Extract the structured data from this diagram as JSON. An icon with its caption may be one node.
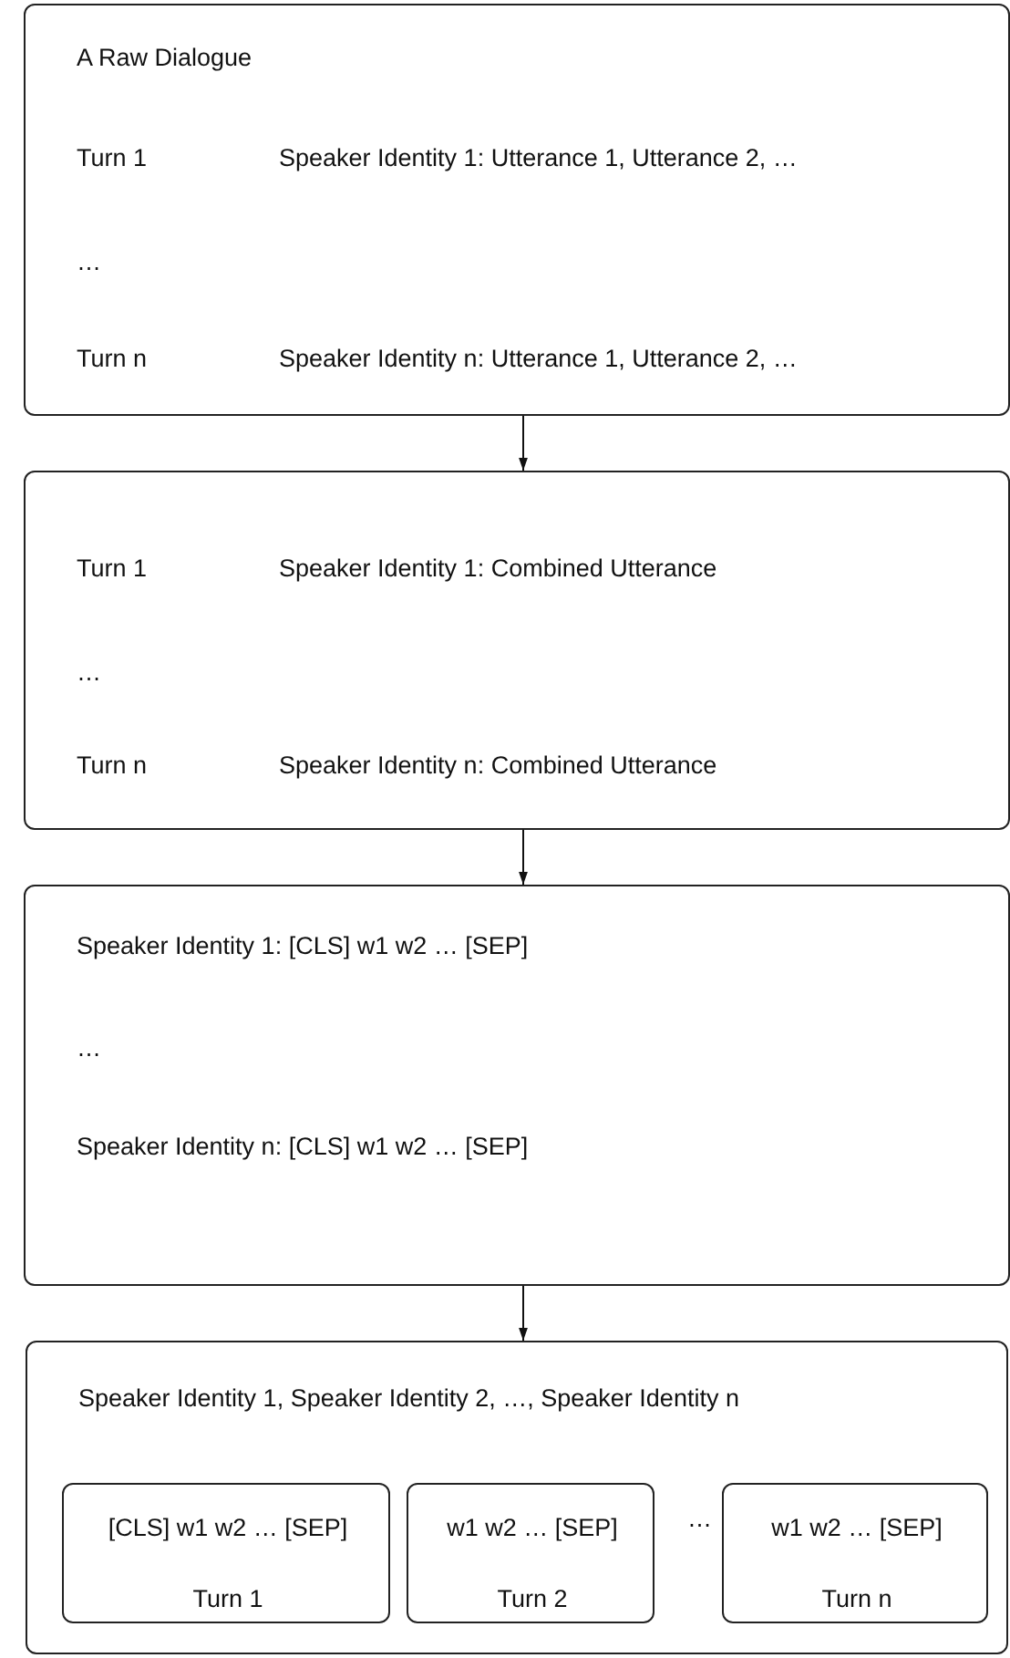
{
  "diagram": {
    "nodes": [
      {
        "text": [
          "A Raw Dialogue",
          "Turn 1",
          "Speaker Identity 1: Utterance 1, Utterance 2, …",
          "…",
          "Turn n",
          "Speaker Identity n: Utterance 1, Utterance 2, …"
        ]
      },
      {
        "text": [
          "Turn 1",
          "Speaker Identity 1: Combined Utterance",
          "…",
          "Turn n",
          "Speaker Identity n: Combined Utterance"
        ]
      },
      {
        "text": [
          "Speaker Identity 1: [CLS] w1 w2 … [SEP]",
          "…",
          "Speaker Identity n: [CLS] w1 w2 … [SEP]"
        ]
      },
      {
        "text": [
          "Speaker Identity 1, Speaker Identity 2, …, Speaker Identity n",
          "…"
        ]
      },
      {
        "text": [
          "[CLS] w1 w2 … [SEP]",
          "Turn 1"
        ],
        "in": 3
      },
      {
        "text": [
          "w1 w2 … [SEP]",
          "Turn 2"
        ],
        "in": 3
      },
      {
        "text": [
          "w1 w2 … [SEP]",
          "Turn n"
        ],
        "in": 3
      }
    ],
    "edges": [
      {
        "from": 0,
        "to": 1,
        "arrow": "to"
      },
      {
        "from": 1,
        "to": 2,
        "arrow": "to"
      },
      {
        "from": 2,
        "to": 3,
        "arrow": "to"
      }
    ]
  }
}
